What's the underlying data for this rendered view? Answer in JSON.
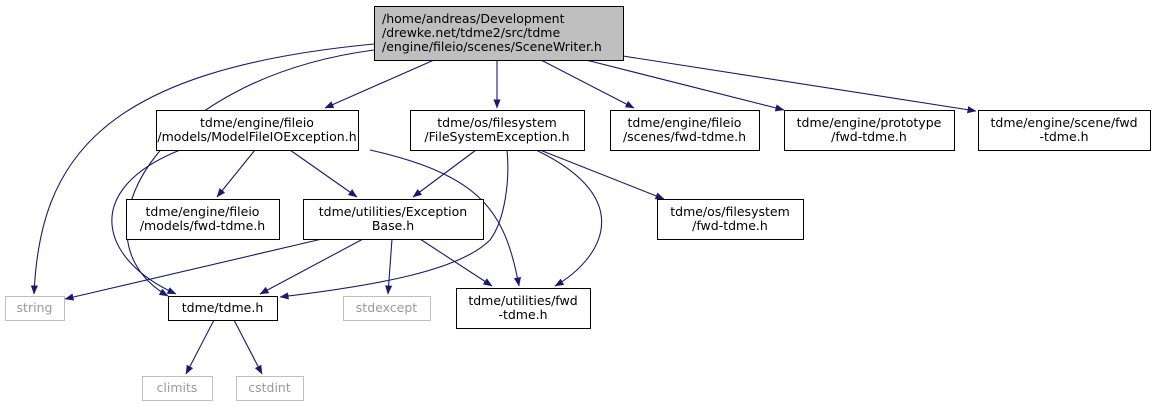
{
  "diagram": {
    "colors": {
      "edge": "#191970",
      "root_fill": "#bfbfbf",
      "external_border": "#bfbfbf",
      "external_text": "#9a9a9a"
    },
    "nodes": [
      {
        "id": "root",
        "kind": "root",
        "lines": [
          "/home/andreas/Development",
          "/drewke.net/tdme2/src/tdme",
          "/engine/fileio/scenes/SceneWriter.h"
        ]
      },
      {
        "id": "modelfileioexception",
        "kind": "header",
        "lines": [
          "tdme/engine/fileio",
          "/models/ModelFileIOException.h"
        ]
      },
      {
        "id": "filesystemexception",
        "kind": "header",
        "lines": [
          "tdme/os/filesystem",
          "/FileSystemException.h"
        ]
      },
      {
        "id": "scenes-fwd",
        "kind": "header",
        "lines": [
          "tdme/engine/fileio",
          "/scenes/fwd-tdme.h"
        ]
      },
      {
        "id": "prototype-fwd",
        "kind": "header",
        "lines": [
          "tdme/engine/prototype",
          "/fwd-tdme.h"
        ]
      },
      {
        "id": "scene-fwd",
        "kind": "header",
        "lines": [
          "tdme/engine/scene/fwd",
          "-tdme.h"
        ]
      },
      {
        "id": "models-fwd",
        "kind": "header",
        "lines": [
          "tdme/engine/fileio",
          "/models/fwd-tdme.h"
        ]
      },
      {
        "id": "exceptionbase",
        "kind": "header",
        "lines": [
          "tdme/utilities/Exception",
          "Base.h"
        ]
      },
      {
        "id": "filesystem-fwd",
        "kind": "header",
        "lines": [
          "tdme/os/filesystem",
          "/fwd-tdme.h"
        ]
      },
      {
        "id": "string",
        "kind": "external",
        "lines": [
          "string"
        ]
      },
      {
        "id": "tdme",
        "kind": "header",
        "lines": [
          "tdme/tdme.h"
        ]
      },
      {
        "id": "stdexcept",
        "kind": "external",
        "lines": [
          "stdexcept"
        ]
      },
      {
        "id": "utilities-fwd",
        "kind": "header",
        "lines": [
          "tdme/utilities/fwd",
          "-tdme.h"
        ]
      },
      {
        "id": "climits",
        "kind": "external",
        "lines": [
          "climits"
        ]
      },
      {
        "id": "cstdint",
        "kind": "external",
        "lines": [
          "cstdint"
        ]
      }
    ],
    "edges": [
      {
        "from": "root",
        "to": "modelfileioexception"
      },
      {
        "from": "root",
        "to": "filesystemexception"
      },
      {
        "from": "root",
        "to": "scenes-fwd"
      },
      {
        "from": "root",
        "to": "prototype-fwd"
      },
      {
        "from": "root",
        "to": "scene-fwd"
      },
      {
        "from": "root",
        "to": "string"
      },
      {
        "from": "root",
        "to": "tdme"
      },
      {
        "from": "modelfileioexception",
        "to": "models-fwd"
      },
      {
        "from": "modelfileioexception",
        "to": "exceptionbase"
      },
      {
        "from": "modelfileioexception",
        "to": "tdme"
      },
      {
        "from": "modelfileioexception",
        "to": "utilities-fwd"
      },
      {
        "from": "filesystemexception",
        "to": "exceptionbase"
      },
      {
        "from": "filesystemexception",
        "to": "filesystem-fwd"
      },
      {
        "from": "filesystemexception",
        "to": "tdme"
      },
      {
        "from": "filesystemexception",
        "to": "utilities-fwd"
      },
      {
        "from": "exceptionbase",
        "to": "string"
      },
      {
        "from": "exceptionbase",
        "to": "tdme"
      },
      {
        "from": "exceptionbase",
        "to": "stdexcept"
      },
      {
        "from": "exceptionbase",
        "to": "utilities-fwd"
      },
      {
        "from": "tdme",
        "to": "climits"
      },
      {
        "from": "tdme",
        "to": "cstdint"
      }
    ]
  }
}
